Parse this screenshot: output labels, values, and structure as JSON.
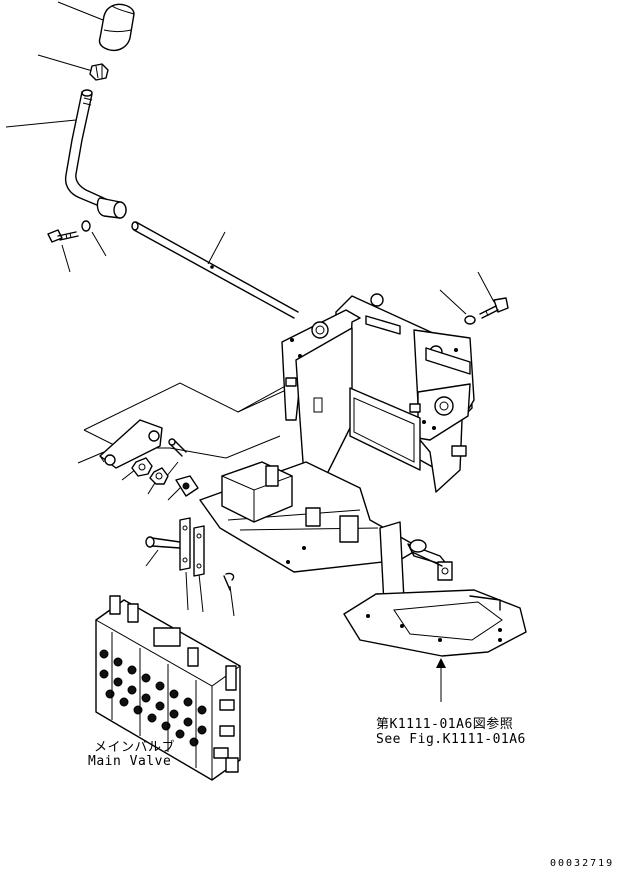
{
  "labels": {
    "main_valve_jp": "メインバルブ",
    "main_valve_en": "Main Valve",
    "see_fig_jp": "第K1111-01A6図参照",
    "see_fig_en": "See Fig.K1111-01A6",
    "drawing_code": "00032719"
  }
}
